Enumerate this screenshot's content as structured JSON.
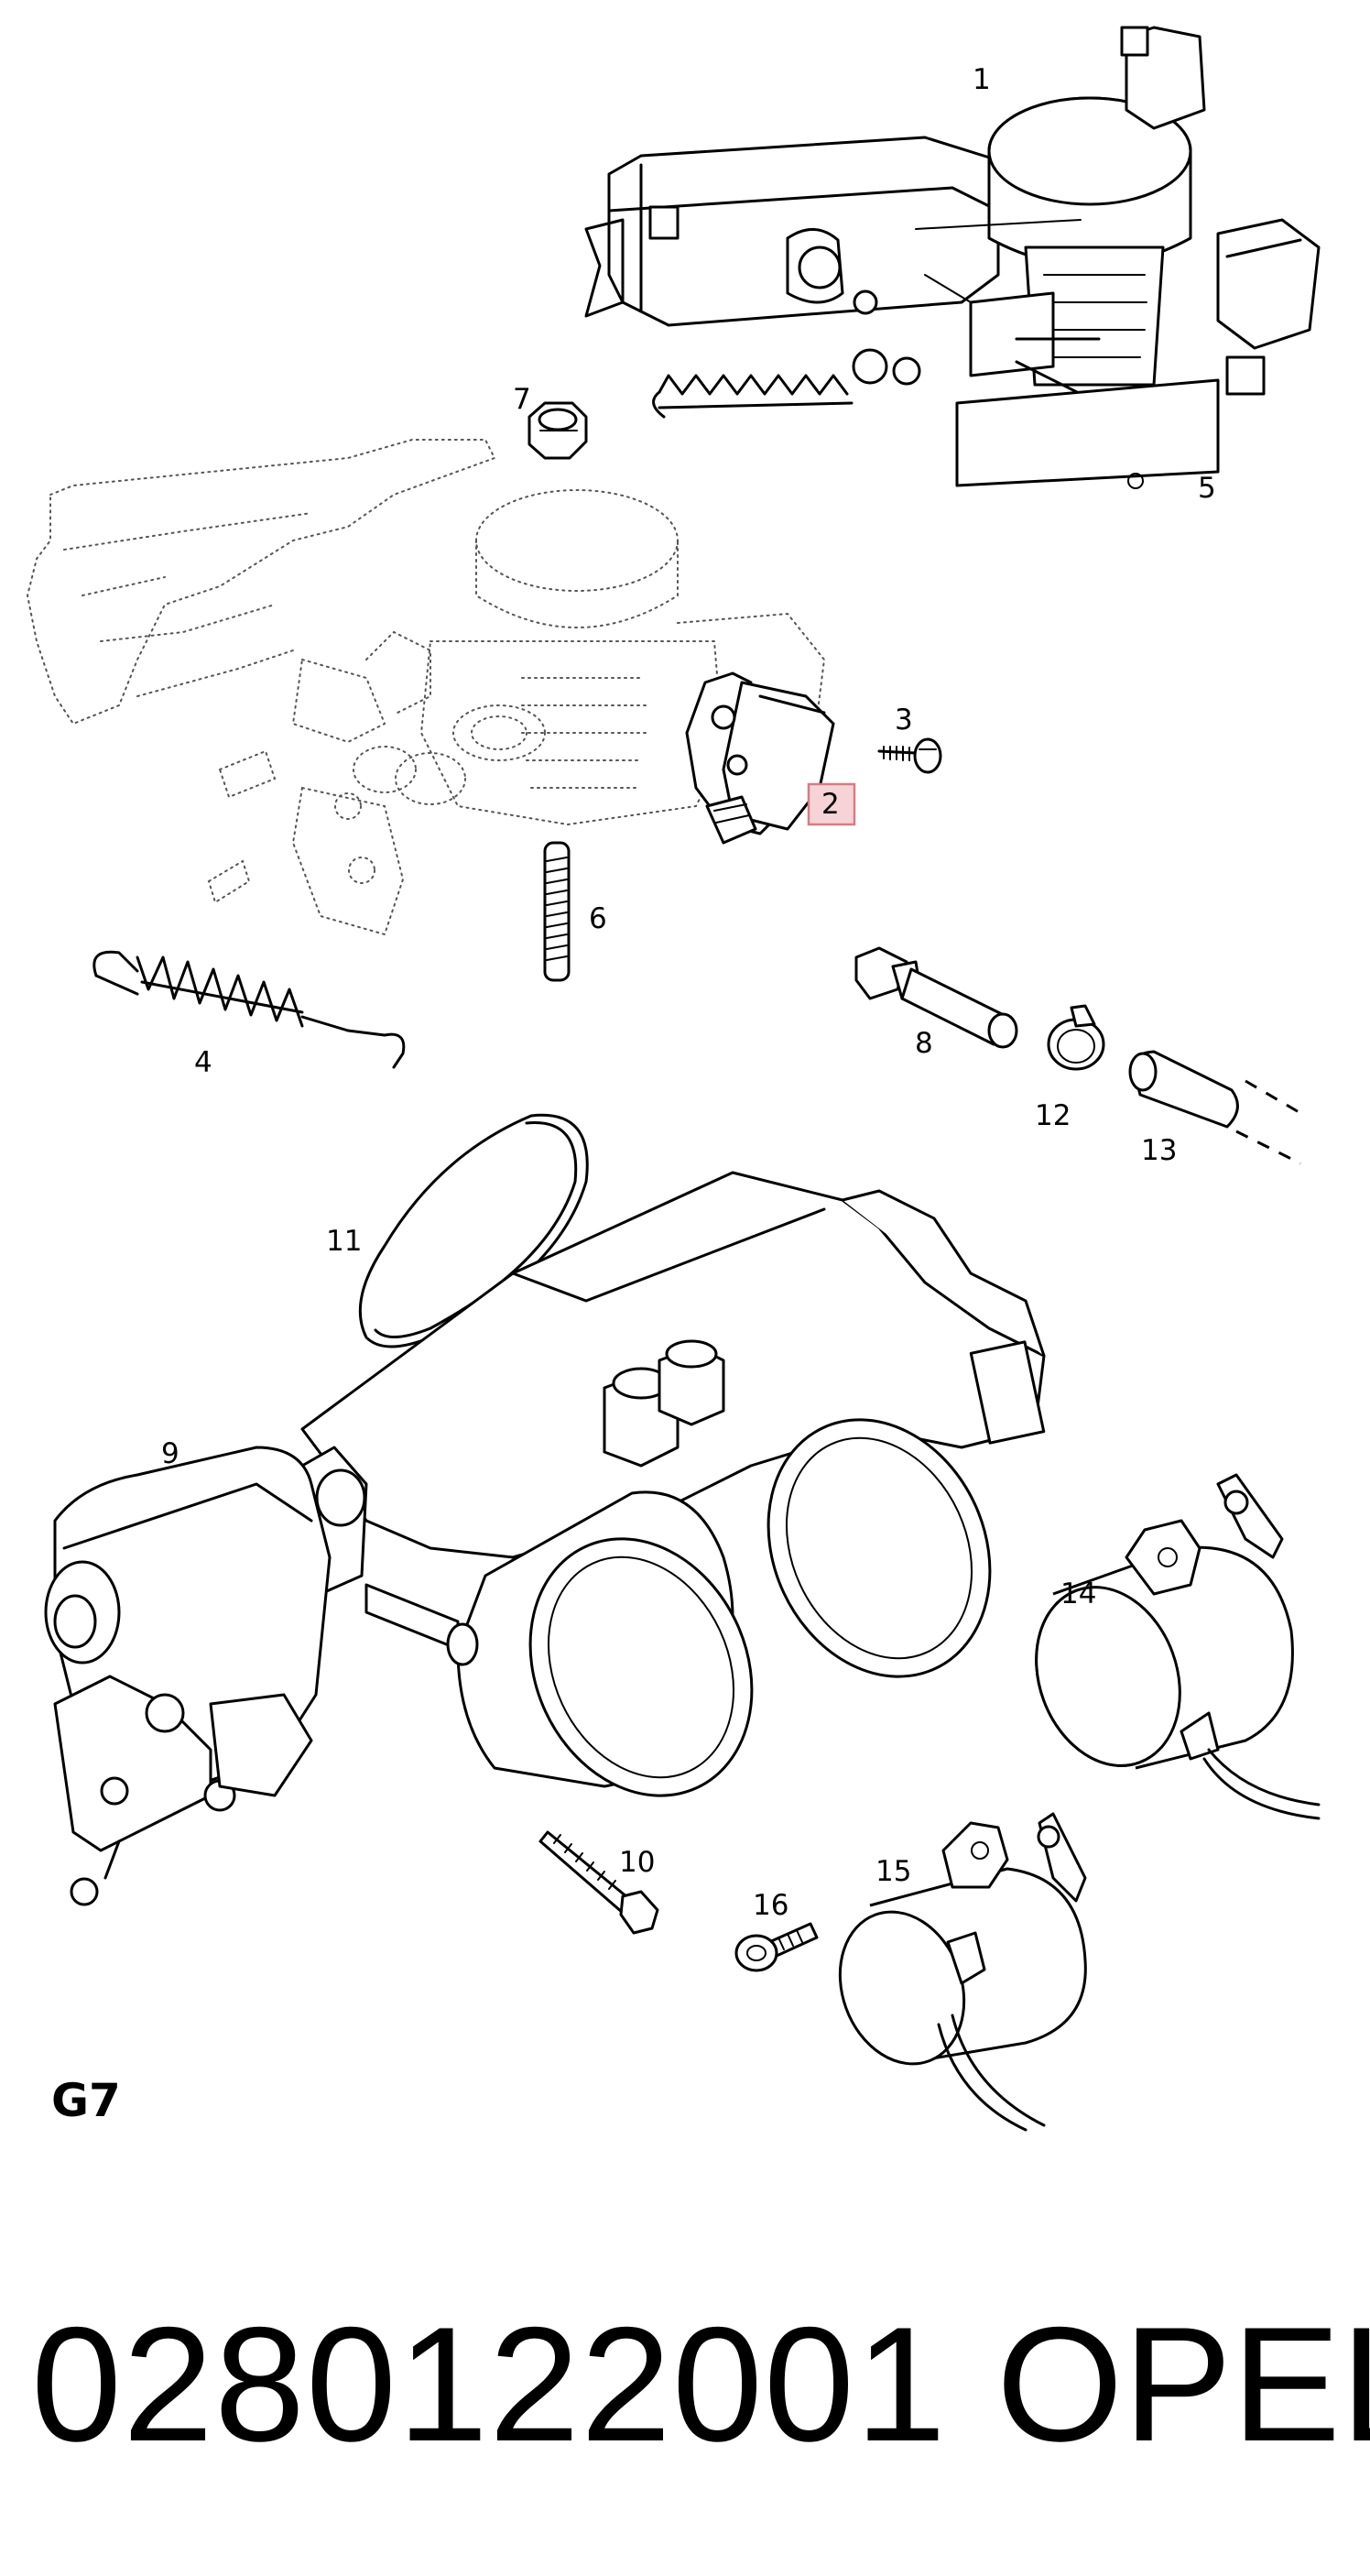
{
  "diagram": {
    "section_code": "G7",
    "callouts": [
      "1",
      "2",
      "3",
      "4",
      "5",
      "6",
      "7",
      "8",
      "9",
      "10",
      "11",
      "12",
      "13",
      "14",
      "15",
      "16"
    ],
    "highlighted_callout": "2",
    "highlight_color": "#f6d3d6"
  },
  "footer": {
    "part_number": "0280122001",
    "brand": "OPEL"
  }
}
